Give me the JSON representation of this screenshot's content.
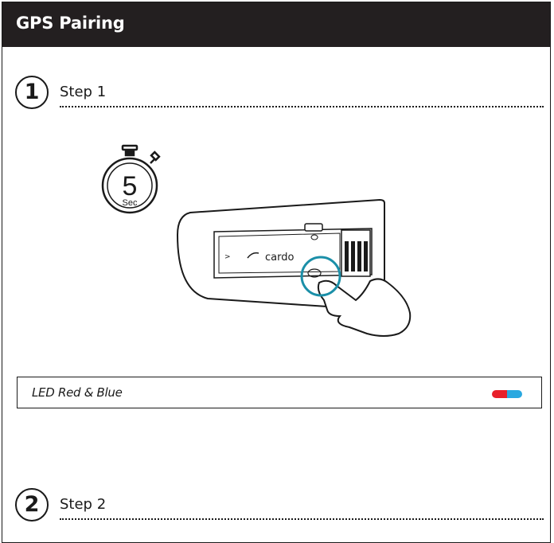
{
  "header": {
    "title": "GPS Pairing"
  },
  "steps": [
    {
      "number": "1",
      "label": "Step 1"
    },
    {
      "number": "2",
      "label": "Step 2"
    }
  ],
  "illustration": {
    "timer_value": "5",
    "timer_unit": "Sec",
    "device_brand": "cardo"
  },
  "led": {
    "text": "LED Red & Blue",
    "colors": [
      "#e8202a",
      "#29a8e0"
    ]
  }
}
